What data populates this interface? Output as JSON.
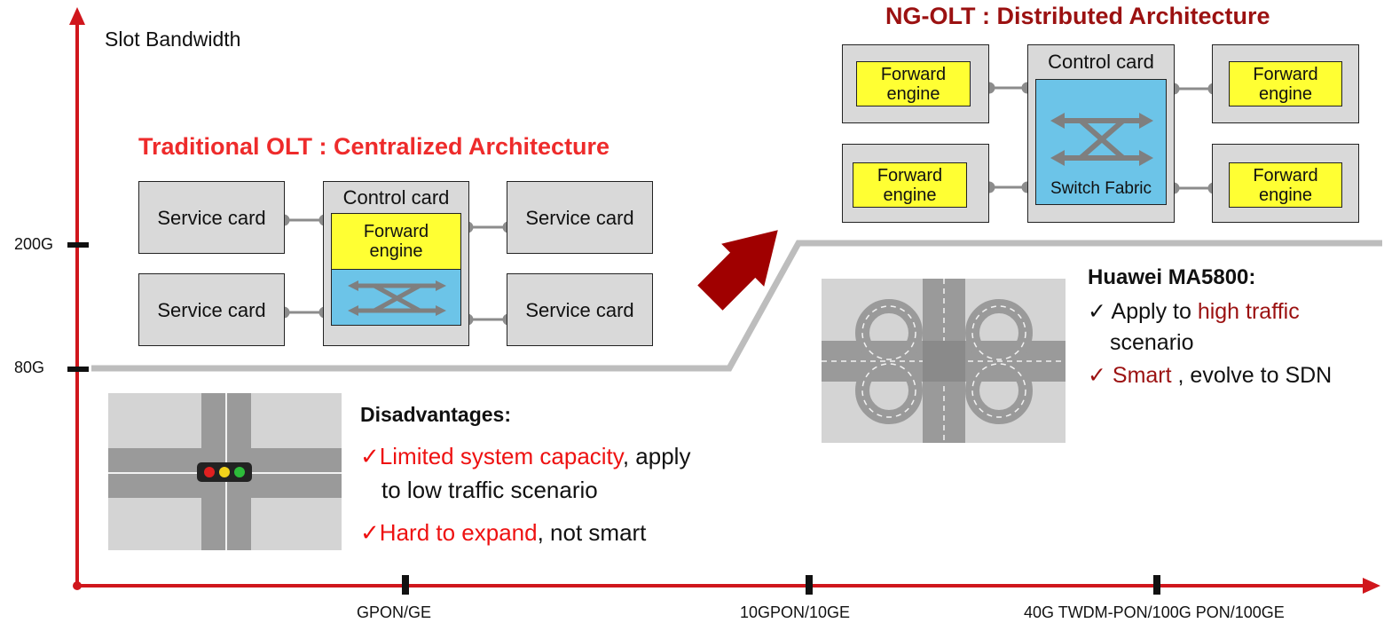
{
  "axes": {
    "y_label": "Slot Bandwidth",
    "y_ticks": [
      "200G",
      "80G"
    ],
    "x_ticks": [
      "GPON/GE",
      "10GPON/10GE",
      "40G TWDM-PON/100G PON/100GE"
    ]
  },
  "traditional": {
    "title": "Traditional OLT : Centralized Architecture",
    "service_card": "Service card",
    "control_card": "Control card",
    "forward_engine_line1": "Forward",
    "forward_engine_line2": "engine"
  },
  "ng": {
    "title": "NG-OLT : Distributed Architecture",
    "control_card": "Control card",
    "switch_fabric": "Switch Fabric",
    "forward_engine_line1": "Forward",
    "forward_engine_line2": "engine"
  },
  "disadvantages": {
    "heading": "Disadvantages:",
    "item1_red": "Limited system capacity",
    "item1_rest": ", apply",
    "item1_line2": "to low traffic scenario",
    "item2_red": "Hard to expand",
    "item2_rest": ", not smart"
  },
  "huawei": {
    "heading": "Huawei MA5800:",
    "item1_pre": "Apply to ",
    "item1_red": "high traffic",
    "item1_line2": "scenario",
    "item2_red": "Smart",
    "item2_rest": " , evolve to SDN"
  },
  "colors": {
    "axis": "#d0161c",
    "title_red": "#ee2b2b",
    "title_dark_red": "#9b1111",
    "forward_yellow": "#ffff33",
    "switch_blue": "#6cc4e8",
    "card_gray": "#d9d9d9",
    "trend_line": "#bdbdbd",
    "arrow": "#a00000"
  }
}
